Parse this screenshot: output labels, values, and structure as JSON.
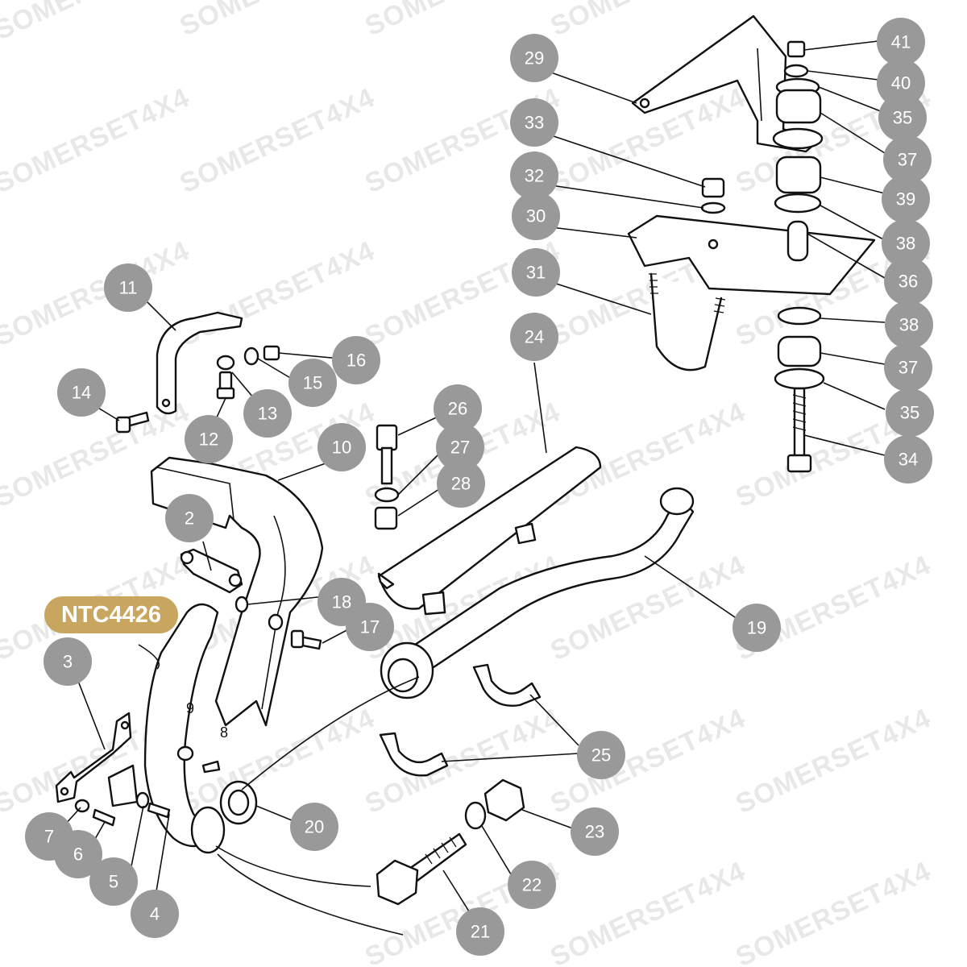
{
  "watermark": "SOMERSET4X4",
  "part_number_badge": "NTC4426",
  "colors": {
    "callout_fill": "#999999",
    "badge_fill": "#c9a660",
    "line": "#111111",
    "watermark": "#d6d6d6"
  },
  "callouts": [
    "41",
    "40",
    "29",
    "35",
    "37",
    "33",
    "39",
    "32",
    "38",
    "30",
    "31",
    "36",
    "38",
    "11",
    "37",
    "24",
    "16",
    "15",
    "35",
    "14",
    "13",
    "26",
    "34",
    "12",
    "27",
    "10",
    "28",
    "2",
    "18",
    "17",
    "19",
    "3",
    "25",
    "20",
    "23",
    "7",
    "6",
    "22",
    "5",
    "4",
    "21"
  ],
  "small_labels": [
    "9",
    "8"
  ]
}
